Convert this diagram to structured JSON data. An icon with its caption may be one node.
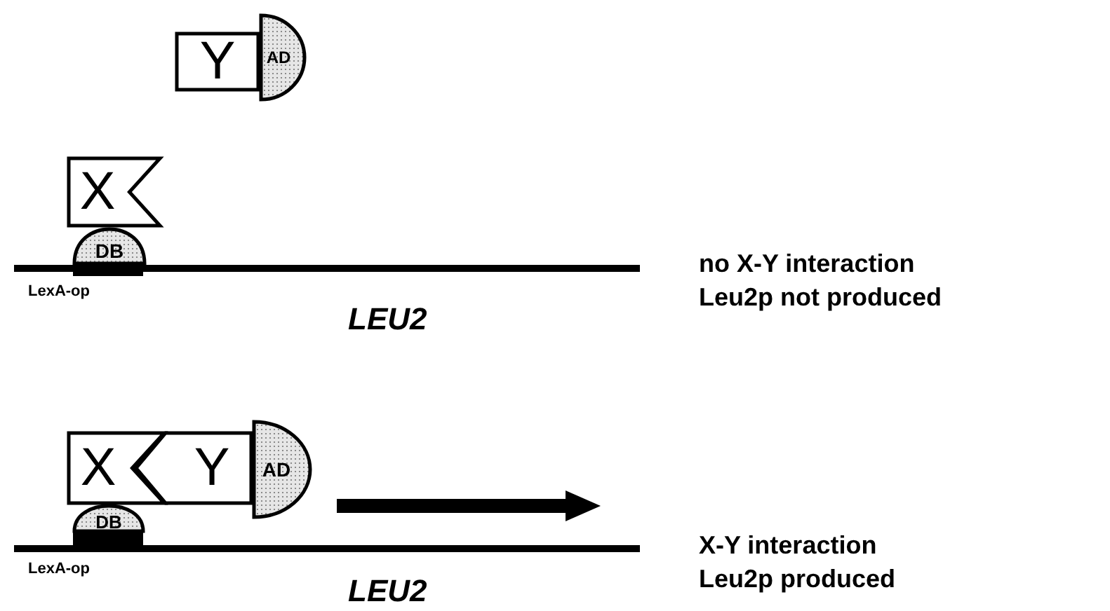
{
  "diagram": {
    "nodes": [
      {
        "text": [
          "Y"
        ]
      },
      {
        "text": [
          "AD"
        ]
      },
      {
        "text": [
          "X"
        ]
      },
      {
        "text": [
          "DB"
        ]
      },
      {
        "text": [
          "X"
        ]
      },
      {
        "text": [
          "Y"
        ]
      },
      {
        "text": [
          "AD"
        ]
      },
      {
        "text": [
          "DB"
        ]
      }
    ],
    "labels": [
      "LexA-op",
      "LEU2",
      "no X-Y interaction",
      "Leu2p not produced",
      "LexA-op",
      "LEU2",
      "X-Y interaction",
      "Leu2p produced"
    ]
  }
}
